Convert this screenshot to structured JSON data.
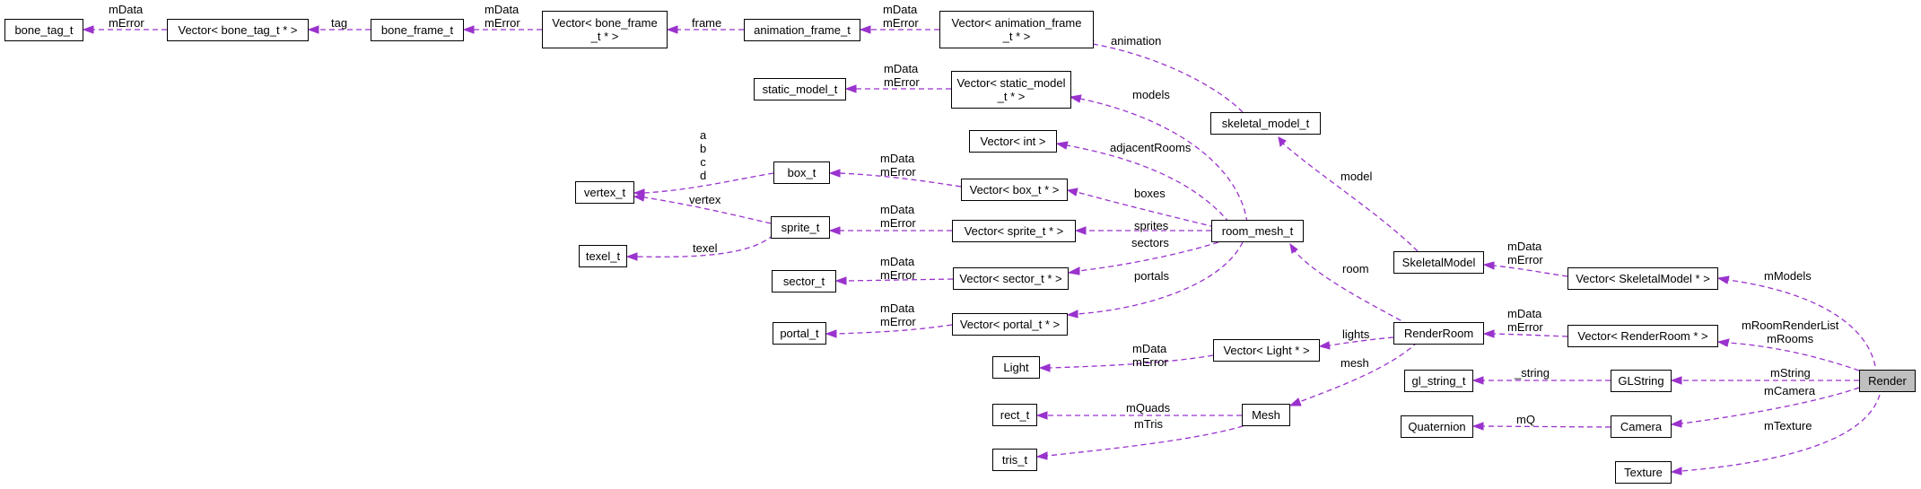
{
  "nodes": {
    "bone_tag_t": "bone_tag_t",
    "vec_bone_tag": "Vector< bone_tag_t * >",
    "bone_frame_t": "bone_frame_t",
    "vec_bone_frame": [
      "Vector< bone_frame",
      "_t * >"
    ],
    "animation_frame_t": "animation_frame_t",
    "vec_animation_frame": [
      "Vector< animation_frame",
      "_t * >"
    ],
    "static_model_t": "static_model_t",
    "vec_static_model": [
      "Vector< static_model",
      "_t * >"
    ],
    "skeletal_model_t": "skeletal_model_t",
    "vec_int": "Vector< int >",
    "vertex_t": "vertex_t",
    "box_t": "box_t",
    "vec_box": "Vector< box_t * >",
    "sprite_t": "sprite_t",
    "vec_sprite": "Vector< sprite_t * >",
    "room_mesh_t": "room_mesh_t",
    "texel_t": "texel_t",
    "SkeletalModel": "SkeletalModel",
    "vec_skeletal": "Vector< SkeletalModel * >",
    "sector_t": "sector_t",
    "vec_sector": "Vector< sector_t * >",
    "portal_t": "portal_t",
    "vec_portal": "Vector< portal_t * >",
    "RenderRoom": "RenderRoom",
    "vec_renderroom": "Vector< RenderRoom * >",
    "Light": "Light",
    "vec_light": "Vector< Light * >",
    "gl_string_t": "gl_string_t",
    "GLString": "GLString",
    "Render": "Render",
    "rect_t": "rect_t",
    "Mesh": "Mesh",
    "Quaternion": "Quaternion",
    "Camera": "Camera",
    "tris_t": "tris_t",
    "Texture": "Texture"
  },
  "edge_labels": {
    "vec_bone_tag_to_bone_tag": "mData\nmError",
    "bone_frame_to_vec_bone_tag": "tag",
    "vec_bone_frame_to_bone_frame": "mData\nmError",
    "anim_frame_to_vec_bone_frame": "frame",
    "vec_anim_to_anim_frame": "mData\nmError",
    "skeletal_model_t_to_vec_anim": "animation",
    "vec_static_to_static": "mData\nmError",
    "room_mesh_to_vec_static": "models",
    "room_mesh_to_vec_int": "adjacentRooms",
    "box_to_vertex": "a\nb\nc\nd",
    "vec_box_to_box": "mData\nmError",
    "room_mesh_to_vec_box": "boxes",
    "sprite_to_vertex": "vertex",
    "vec_sprite_to_sprite": "mData\nmError",
    "room_mesh_to_vec_sprite": "sprites",
    "sprite_to_texel": "texel",
    "room_mesh_to_vec_sector": "sectors",
    "vec_sector_to_sector": "mData\nmError",
    "room_mesh_to_vec_portal": "portals",
    "vec_portal_to_portal": "mData\nmError",
    "skeletalmodel_to_skeletal_model_t": "model",
    "renderroom_to_room_mesh": "room",
    "vec_skeletal_to_skeletalmodel": "mData\nmError",
    "render_to_vec_skeletal": "mModels",
    "vec_renderroom_to_renderroom": "mData\nmError",
    "render_to_vec_renderroom": "mRoomRenderList\nmRooms",
    "renderroom_to_vec_light": "lights",
    "vec_light_to_light": "mData\nmError",
    "renderroom_to_mesh": "mesh",
    "glstring_to_gl_string_t": "_string",
    "render_to_glstring": "mString",
    "render_to_camera": "mCamera",
    "mesh_to_rect": "mQuads",
    "mesh_to_tris": "mTris",
    "camera_to_quaternion": "mQ",
    "render_to_texture": "mTexture"
  },
  "colors": {
    "edge": "#9a32cd",
    "highlight_fill": "#bfbfbf"
  }
}
